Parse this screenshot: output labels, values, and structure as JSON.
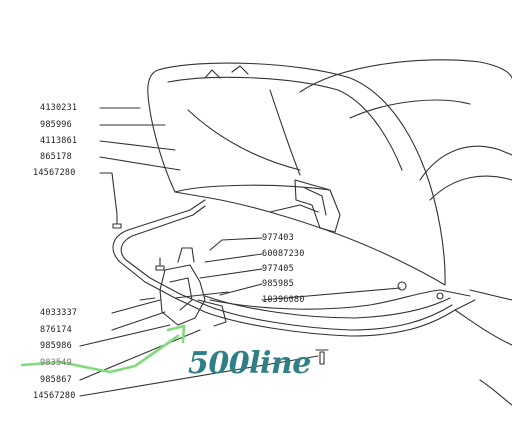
{
  "diagram": {
    "labels_left": [
      "4130231",
      "985996",
      "4113861",
      "865178",
      "14567280",
      "4033337",
      "876174",
      "985986",
      "983549",
      "985867",
      "14567280"
    ],
    "labels_center": [
      "977403",
      "60087230",
      "977405",
      "985985",
      "10396080"
    ],
    "watermark": "500line",
    "highlight_color": "#7fdc7a",
    "logo_color": "#2f7f86"
  }
}
